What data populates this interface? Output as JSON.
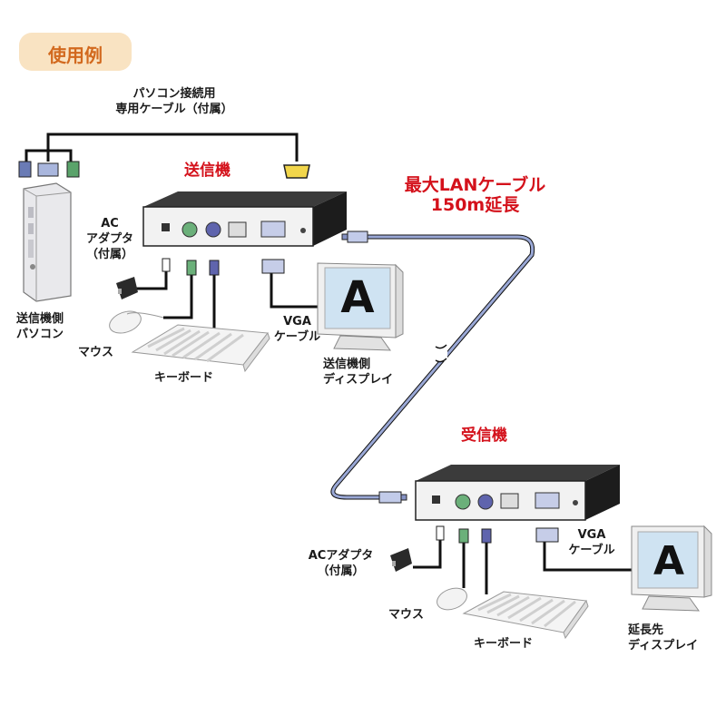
{
  "colors": {
    "accent_red": "#d4111b",
    "tag_bg": "#f9e3c2",
    "tag_text": "#d2691e",
    "cable_blue": "#9aa8d6",
    "connector_yellow": "#f2d64b"
  },
  "tag": {
    "label": "使用例"
  },
  "labels": {
    "pc_cable": [
      "パソコン接続用",
      "専用ケーブル（付属）"
    ],
    "transmitter": "送信機",
    "lan": [
      "最大LANケーブル",
      "150m延長"
    ],
    "ac_tx": [
      "AC",
      "アダプタ",
      "（付属）"
    ],
    "pc": [
      "送信機側",
      "パソコン"
    ],
    "mouse_tx": "マウス",
    "keyboard_tx": "キーボード",
    "vga_tx": [
      "VGA",
      "ケーブル"
    ],
    "display_tx": [
      "送信機側",
      "ディスプレイ"
    ],
    "receiver": "受信機",
    "ac_rx": [
      "ACアダプタ",
      "（付属）"
    ],
    "vga_rx": [
      "VGA",
      "ケーブル"
    ],
    "mouse_rx": "マウス",
    "keyboard_rx": "キーボード",
    "display_rx": [
      "延長先",
      "ディスプレイ"
    ]
  },
  "screens": {
    "letter": "A"
  },
  "icons": [
    "pc-tower",
    "kvm-box",
    "crt-monitor",
    "mouse",
    "keyboard",
    "ac-adapter",
    "ps2-plug",
    "vga-plug",
    "rj45-plug"
  ]
}
